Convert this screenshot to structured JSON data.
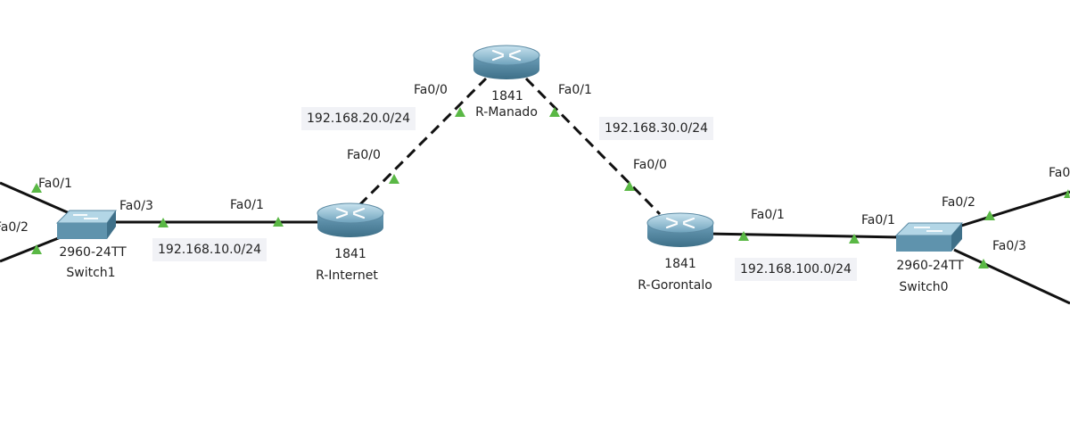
{
  "devices": {
    "r_manado": {
      "model": "1841",
      "name": "R-Manado"
    },
    "r_internet": {
      "model": "1841",
      "name": "R-Internet"
    },
    "r_gorontalo": {
      "model": "1841",
      "name": "R-Gorontalo"
    },
    "switch1": {
      "model": "2960-24TT",
      "name": "Switch1"
    },
    "switch0": {
      "model": "2960-24TT",
      "name": "Switch0"
    }
  },
  "networks": {
    "net_10": "192.168.10.0/24",
    "net_20": "192.168.20.0/24",
    "net_30": "192.168.30.0/24",
    "net_100": "192.168.100.0/24"
  },
  "ports": {
    "manado_left": "Fa0/0",
    "manado_right": "Fa0/1",
    "internet_top": "Fa0/0",
    "internet_left": "Fa0/1",
    "gorontalo_top": "Fa0/0",
    "gorontalo_right": "Fa0/1",
    "switch1_top": "Fa0/1",
    "switch1_bottom": "Fa0/2",
    "switch1_right": "Fa0/3",
    "switch0_left": "Fa0/1",
    "switch0_top": "Fa0/2",
    "switch0_bottom": "Fa0/3",
    "switch0_edge": "Fa0"
  },
  "colors": {
    "cable": "#111111",
    "port_up": "#5ab845",
    "device_body": "#5f93ad",
    "device_top": "#a9cfe0"
  }
}
